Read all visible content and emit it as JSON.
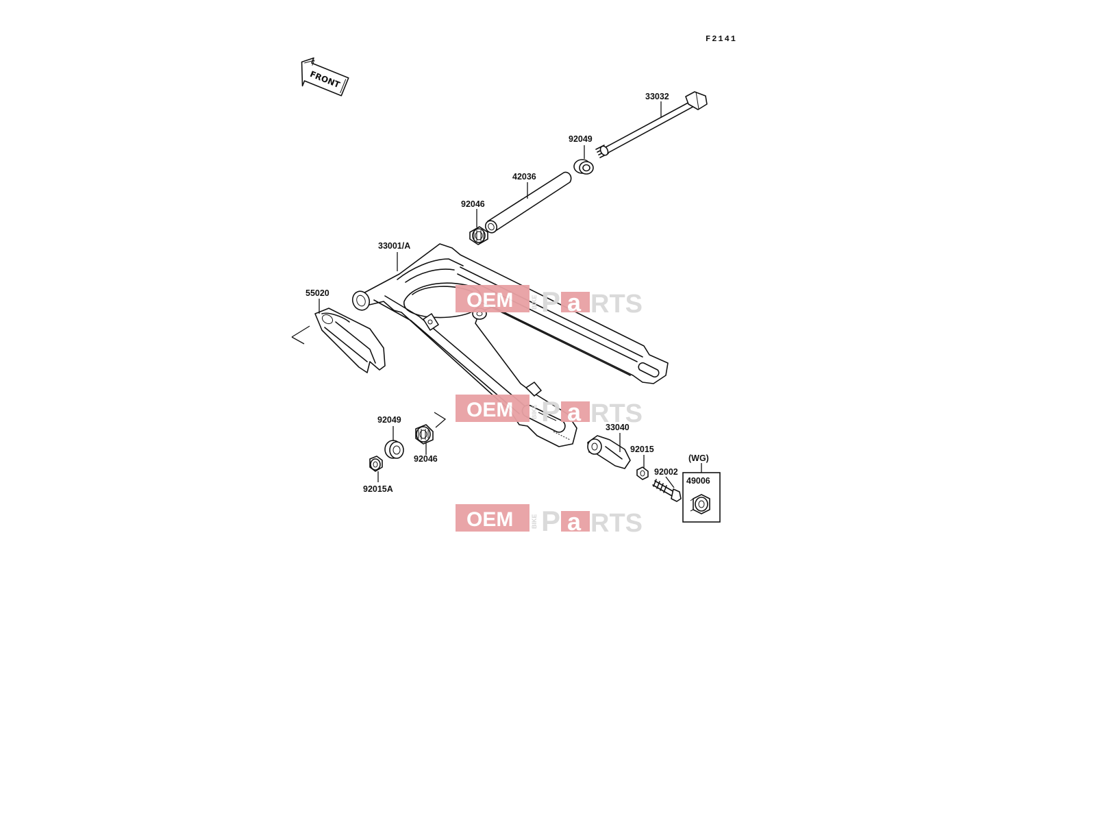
{
  "diagram": {
    "figure_code": "F2141",
    "front_arrow": {
      "label": "FRONT",
      "icon": "front-arrow-icon"
    },
    "parts": [
      {
        "number": "33032",
        "name": "pivot-shaft"
      },
      {
        "number": "92049",
        "name": "oil-seal-top"
      },
      {
        "number": "42036",
        "name": "sleeve"
      },
      {
        "number": "92046",
        "name": "needle-bearing-top"
      },
      {
        "number": "33001/A",
        "name": "swingarm"
      },
      {
        "number": "55020",
        "name": "chain-guard"
      },
      {
        "number": "92049",
        "name": "oil-seal-bottom"
      },
      {
        "number": "92046",
        "name": "needle-bearing-bottom"
      },
      {
        "number": "92015A",
        "name": "nut-bottom"
      },
      {
        "number": "33040",
        "name": "chain-adjuster"
      },
      {
        "number": "92015",
        "name": "nut-adjuster"
      },
      {
        "number": "92002",
        "name": "adjuster-bolt"
      },
      {
        "number": "(WG)",
        "name": "wg-group-label"
      },
      {
        "number": "49006",
        "name": "hex-nut"
      }
    ]
  },
  "watermark": {
    "oem": "OEM",
    "bike": "BIKE",
    "p": "P",
    "a": "a",
    "rts": "RTS",
    "colors": {
      "red": "#e8a1a4",
      "grey": "#d9d9d9"
    }
  }
}
